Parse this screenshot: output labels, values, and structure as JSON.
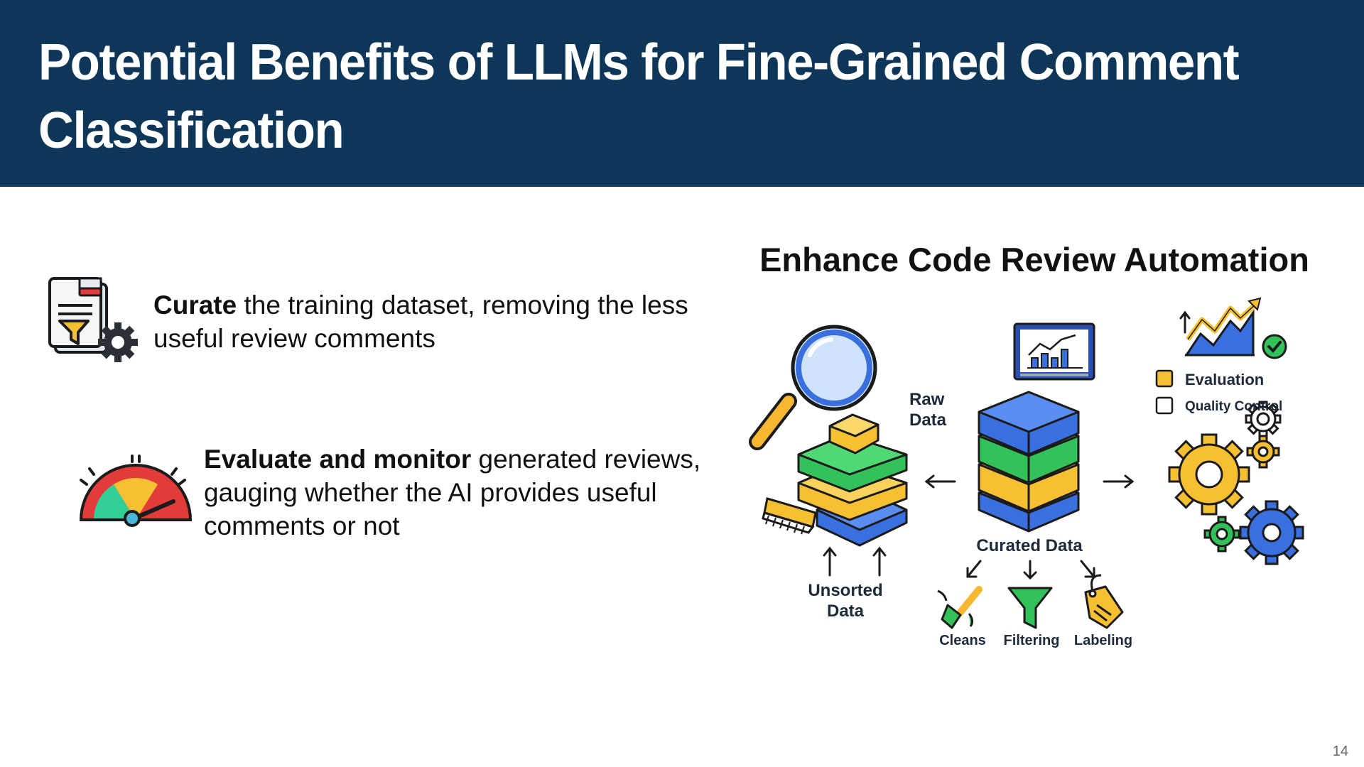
{
  "slide": {
    "title": "Potential Benefits of LLMs for Fine-Grained Comment Classification",
    "page_number": "14"
  },
  "bullets": [
    {
      "bold": "Curate",
      "text": " the training dataset, removing the less useful review comments",
      "icon": "document-filter-gear-icon"
    },
    {
      "bold": "Evaluate and monitor",
      "text": " generated reviews, gauging whether the AI provides useful comments or not",
      "icon": "gauge-meter-icon"
    }
  ],
  "illustration": {
    "title": "Enhance Code Review Automation",
    "labels": {
      "raw_data_1": "Raw",
      "raw_data_2": "Data",
      "unsorted_1": "Unsorted",
      "unsorted_2": "Data",
      "curated": "Curated Data",
      "cleans": "Cleans",
      "filtering": "Filtering",
      "labeling": "Labeling",
      "evaluation": "Evaluation",
      "quality_control": "Quality Control"
    }
  },
  "colors": {
    "header": "#0d3659",
    "blue": "#3a6fe0",
    "green": "#33c25a",
    "yellow": "#f7c033",
    "red": "#e33a3a"
  }
}
